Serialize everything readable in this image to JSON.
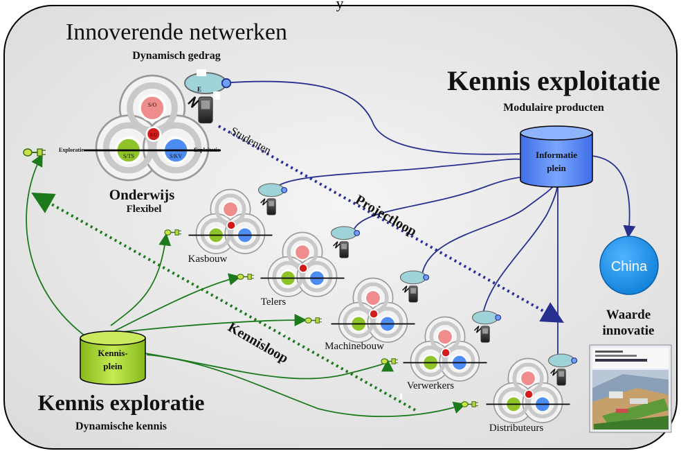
{
  "header": {
    "top_fragment": "y",
    "title": "Innoverende netwerken",
    "subtitle": "Dynamisch gedrag"
  },
  "exploitation": {
    "title": "Kennis exploitatie",
    "subtitle": "Modulaire producten"
  },
  "exploration": {
    "title": "Kennis exploratie",
    "subtitle": "Dynamische kennis"
  },
  "main_network": {
    "name": "Onderwijs",
    "subname": "Flexibel",
    "left_label": "Exploratie",
    "right_label": "Exploitatie",
    "node_labels": [
      "S/O",
      "S/U",
      "S/TS",
      "S/KV"
    ],
    "phone_label": "E"
  },
  "sub_networks": [
    {
      "name": "Kasbouw"
    },
    {
      "name": "Telers"
    },
    {
      "name": "Machinebouw"
    },
    {
      "name": "Verwerkers"
    },
    {
      "name": "Distributeurs"
    }
  ],
  "databases": {
    "informatie": "Informatie plein",
    "informatie_lines": [
      "Informatie",
      "plein"
    ],
    "kennis_lines": [
      "Kennis-",
      "plein"
    ]
  },
  "china": "China",
  "loops": {
    "studenten": "Studenten",
    "projectloop": "Projectloop",
    "kennisloop": "Kennisloop"
  },
  "waarde": {
    "line1": "Waarde",
    "line2": "innovatie"
  },
  "colors": {
    "blue_title": "#33339a",
    "green_title": "#1f6e1f",
    "arrow_blue": "#27308f",
    "arrow_green": "#1c7a1c",
    "db_blue": "#5a8cff",
    "db_green": "#a6d42c",
    "china": "#1b8fe8",
    "panel": "#e8e8e8"
  }
}
